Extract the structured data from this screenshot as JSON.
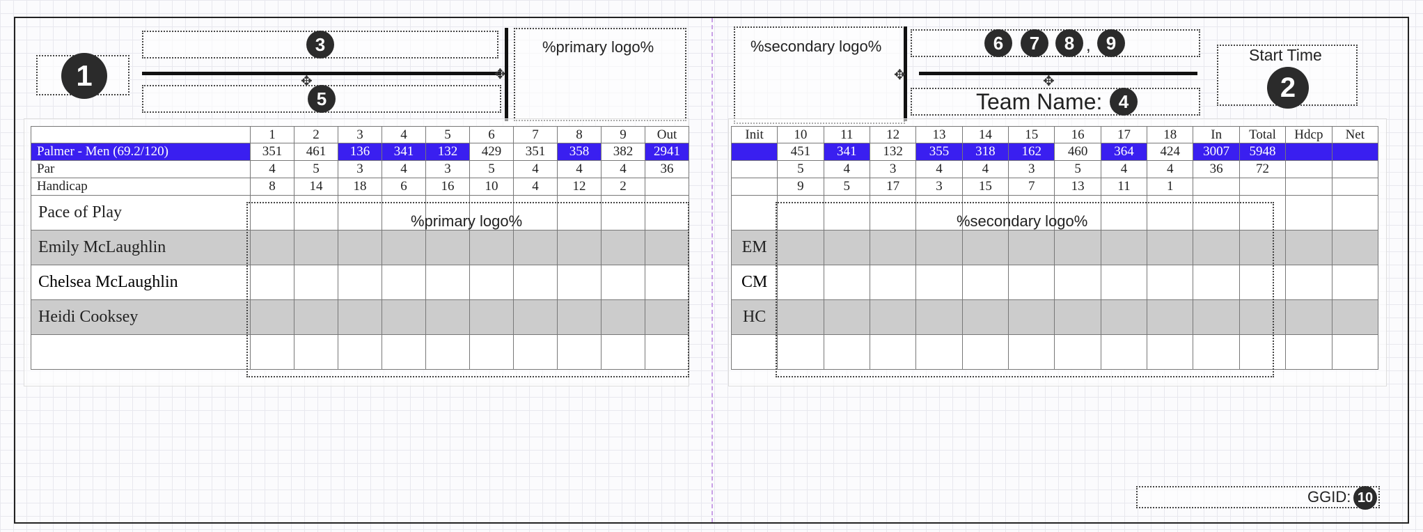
{
  "badges": {
    "b1": "1",
    "b2": "2",
    "b3": "3",
    "b4": "4",
    "b5": "5",
    "b6": "6",
    "b7": "7",
    "b8": "8",
    "b9": "9",
    "b10": "10"
  },
  "front": {
    "logo_placeholder": "%primary logo%",
    "table_logo_placeholder": "%primary logo%",
    "hole_headers": [
      "1",
      "2",
      "3",
      "4",
      "5",
      "6",
      "7",
      "8",
      "9",
      "Out"
    ],
    "tee": {
      "label": "Palmer - Men (69.2/120)",
      "values": [
        "351",
        "461",
        "136",
        "341",
        "132",
        "429",
        "351",
        "358",
        "382",
        "2941"
      ]
    },
    "par": {
      "label": "Par",
      "values": [
        "4",
        "5",
        "3",
        "4",
        "3",
        "5",
        "4",
        "4",
        "4",
        "36"
      ]
    },
    "handicap": {
      "label": "Handicap",
      "values": [
        "8",
        "14",
        "18",
        "6",
        "16",
        "10",
        "4",
        "12",
        "2",
        ""
      ]
    },
    "pace_label": "Pace of Play",
    "players": [
      "Emily McLaughlin",
      "Chelsea McLaughlin",
      "Heidi Cooksey",
      ""
    ]
  },
  "back": {
    "logo_placeholder": "%secondary logo%",
    "table_logo_placeholder": "%secondary logo%",
    "team_name_label": "Team Name:",
    "comma": ",",
    "start_time_label": "Start Time",
    "headers": [
      "Init",
      "10",
      "11",
      "12",
      "13",
      "14",
      "15",
      "16",
      "17",
      "18",
      "In",
      "Total",
      "Hdcp",
      "Net"
    ],
    "tee_values": [
      "",
      "451",
      "341",
      "132",
      "355",
      "318",
      "162",
      "460",
      "364",
      "424",
      "3007",
      "5948",
      "",
      ""
    ],
    "par_values": [
      "",
      "5",
      "4",
      "3",
      "4",
      "4",
      "3",
      "5",
      "4",
      "4",
      "36",
      "72",
      "",
      ""
    ],
    "handicap_values": [
      "",
      "9",
      "5",
      "17",
      "3",
      "15",
      "7",
      "13",
      "11",
      "1",
      "",
      "",
      "",
      ""
    ],
    "initials": [
      "",
      "EM",
      "CM",
      "HC",
      ""
    ]
  },
  "ggid_label": "GGID:",
  "colors": {
    "tee_highlight": "#3a1ff0",
    "shade_row": "#cccccc",
    "badge": "#2b2b2b",
    "fold_line": "#c9a0e6"
  }
}
